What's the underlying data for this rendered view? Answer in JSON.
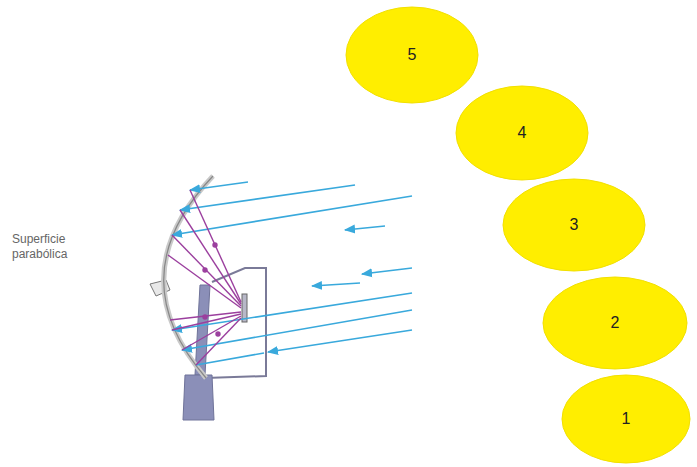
{
  "diagram": {
    "nodes": [
      {
        "text": [
          "5"
        ]
      },
      {
        "text": [
          "4"
        ]
      },
      {
        "text": [
          "3"
        ]
      },
      {
        "text": [
          "2"
        ]
      },
      {
        "text": [
          "1"
        ]
      }
    ],
    "labels": [
      "Superficie parabólica"
    ]
  }
}
